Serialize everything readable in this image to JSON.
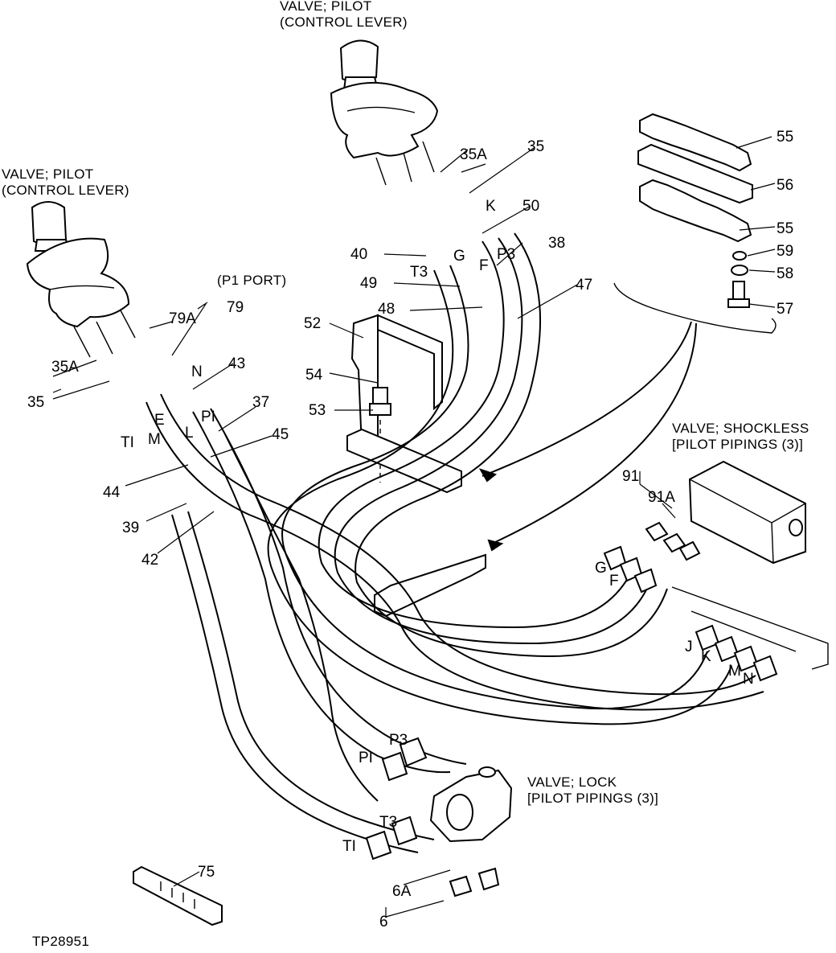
{
  "titles": {
    "top_valve": [
      "VALVE; PILOT",
      "(CONTROL LEVER)"
    ],
    "left_valve": [
      "VALVE; PILOT",
      "(CONTROL LEVER)"
    ],
    "shockless_valve": [
      "VALVE; SHOCKLESS",
      "[PILOT PIPINGS (3)]"
    ],
    "lock_valve": [
      "VALVE; LOCK",
      "[PILOT PIPINGS (3)]"
    ],
    "p1_port": "(P1 PORT)"
  },
  "part_numbers": {
    "n35_top": "35",
    "n35a_top": "35A",
    "n50": "50",
    "n38": "38",
    "n40": "40",
    "n49": "49",
    "n48": "48",
    "n47": "47",
    "n52": "52",
    "n54": "54",
    "n53": "53",
    "n55_a": "55",
    "n56": "56",
    "n55_b": "55",
    "n59": "59",
    "n58": "58",
    "n57": "57",
    "n79a": "79A",
    "n79": "79",
    "n43": "43",
    "n37": "37",
    "n45": "45",
    "n35a_left": "35A",
    "n35_left": "35",
    "n44": "44",
    "n39": "39",
    "n42": "42",
    "n91": "91",
    "n91a": "91A",
    "n75": "75",
    "n6a": "6A",
    "n6": "6"
  },
  "port_letters": {
    "k_top": "K",
    "t3_top": "T3",
    "g_top": "G",
    "f_top": "F",
    "p3_top": "P3",
    "n_left": "N",
    "e_left": "E",
    "pi_left": "PI",
    "ti_left": "TI",
    "m_left": "M",
    "l_left": "L",
    "g_right": "G",
    "f_right": "F",
    "j_right": "J",
    "k_right": "K",
    "m_right": "M",
    "n_right": "N",
    "p3_lock": "P3",
    "pi_lock": "PI",
    "t3_lock": "T3",
    "ti_lock": "TI"
  },
  "figure_id": "TP28951"
}
